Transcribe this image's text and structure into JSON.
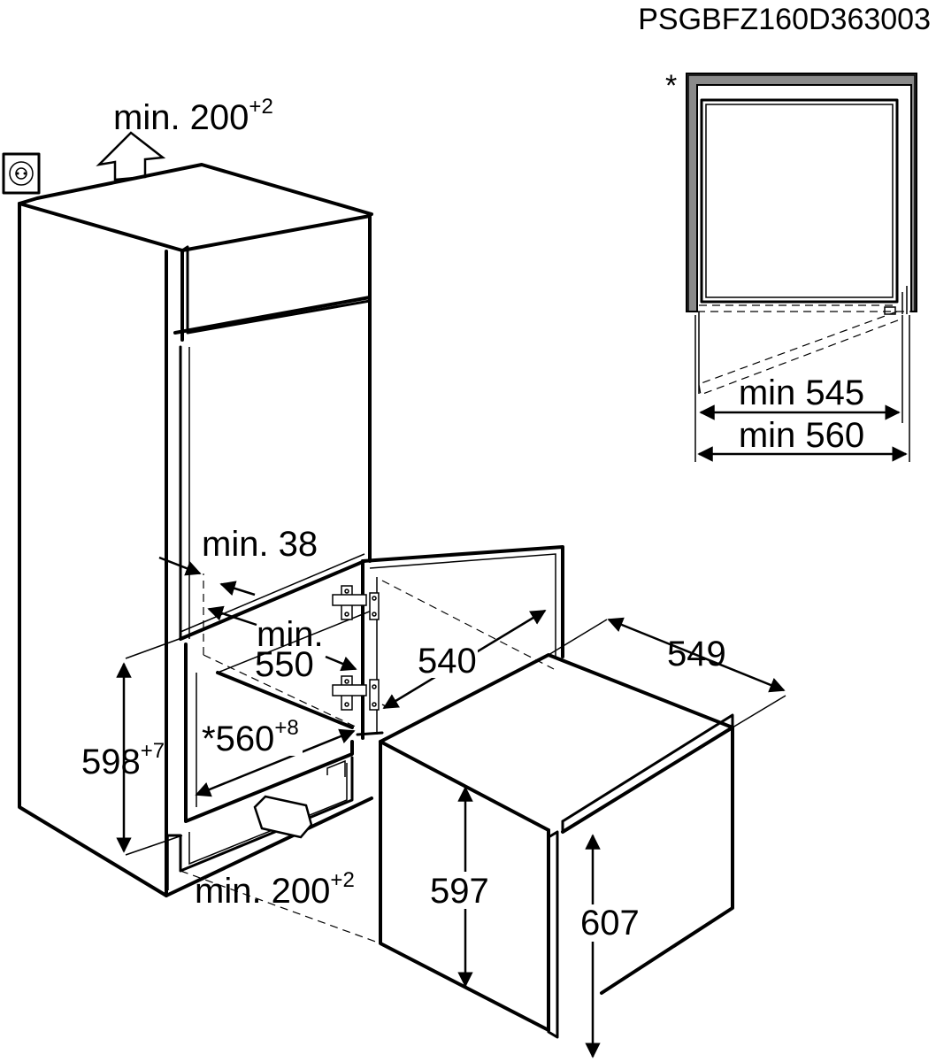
{
  "document_code": "PSGBFZ160D363003",
  "top_view": {
    "asterisk": "*",
    "dim_inner": "min 545",
    "dim_outer": "min 560"
  },
  "iso_view": {
    "top_clearance": {
      "main": "min. 200",
      "sup": "+2"
    },
    "bottom_clearance": {
      "main": "min. 200",
      "sup": "+2"
    },
    "side_gap": "min. 38",
    "niche_depth_line1": "min.",
    "niche_depth_line2": "550",
    "niche_width": {
      "main": "*560",
      "sup": "+8"
    },
    "niche_height": {
      "main": "598",
      "sup": "+7"
    },
    "appliance_depth_door": "540",
    "appliance_depth": "549",
    "appliance_height": "597",
    "appliance_height_door": "607"
  }
}
